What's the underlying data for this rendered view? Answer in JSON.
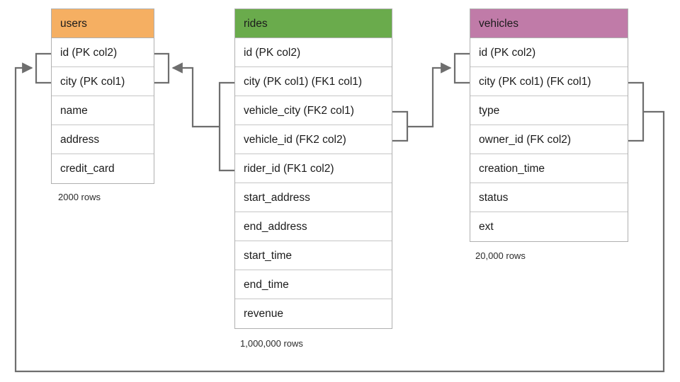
{
  "diagram": {
    "title": "Database schema entity relationship diagram",
    "background": "#ffffff",
    "line_color": "#6e6e6e",
    "border_color": "#b0b0b0"
  },
  "tables": [
    {
      "name": "users",
      "header_color": "#F5AF62",
      "row_count_label": "2000 rows",
      "fields": [
        "id (PK col2)",
        "city (PK col1)",
        "name",
        "address",
        "credit_card"
      ]
    },
    {
      "name": "rides",
      "header_color": "#6AAB4C",
      "row_count_label": "1,000,000 rows",
      "fields": [
        "id (PK col2)",
        "city (PK col1) (FK1 col1)",
        "vehicle_city (FK2 col1)",
        "vehicle_id (FK2 col2)",
        "rider_id (FK1 col2)",
        "start_address",
        "end_address",
        "start_time",
        "end_time",
        "revenue"
      ]
    },
    {
      "name": "vehicles",
      "header_color": "#C07BA8",
      "row_count_label": "20,000 rows",
      "fields": [
        "id (PK col2)",
        "city (PK col1) (FK col1)",
        "type",
        "owner_id (FK col2)",
        "creation_time",
        "status",
        "ext"
      ]
    }
  ],
  "relationships": [
    {
      "name": "rides-fk1-to-users",
      "from_table": "rides",
      "from_fields": [
        "city (PK col1) (FK1 col1)",
        "rider_id (FK1 col2)"
      ],
      "to_table": "users",
      "to_fields": [
        "id (PK col2)",
        "city (PK col1)"
      ]
    },
    {
      "name": "rides-fk2-to-vehicles",
      "from_table": "rides",
      "from_fields": [
        "vehicle_city (FK2 col1)",
        "vehicle_id (FK2 col2)"
      ],
      "to_table": "vehicles",
      "to_fields": [
        "id (PK col2)",
        "city (PK col1) (FK col1)"
      ]
    },
    {
      "name": "vehicles-fk-to-users",
      "from_table": "vehicles",
      "from_fields": [
        "city (PK col1) (FK col1)",
        "owner_id (FK col2)"
      ],
      "to_table": "users",
      "to_fields": [
        "id (PK col2)",
        "city (PK col1)"
      ]
    }
  ]
}
